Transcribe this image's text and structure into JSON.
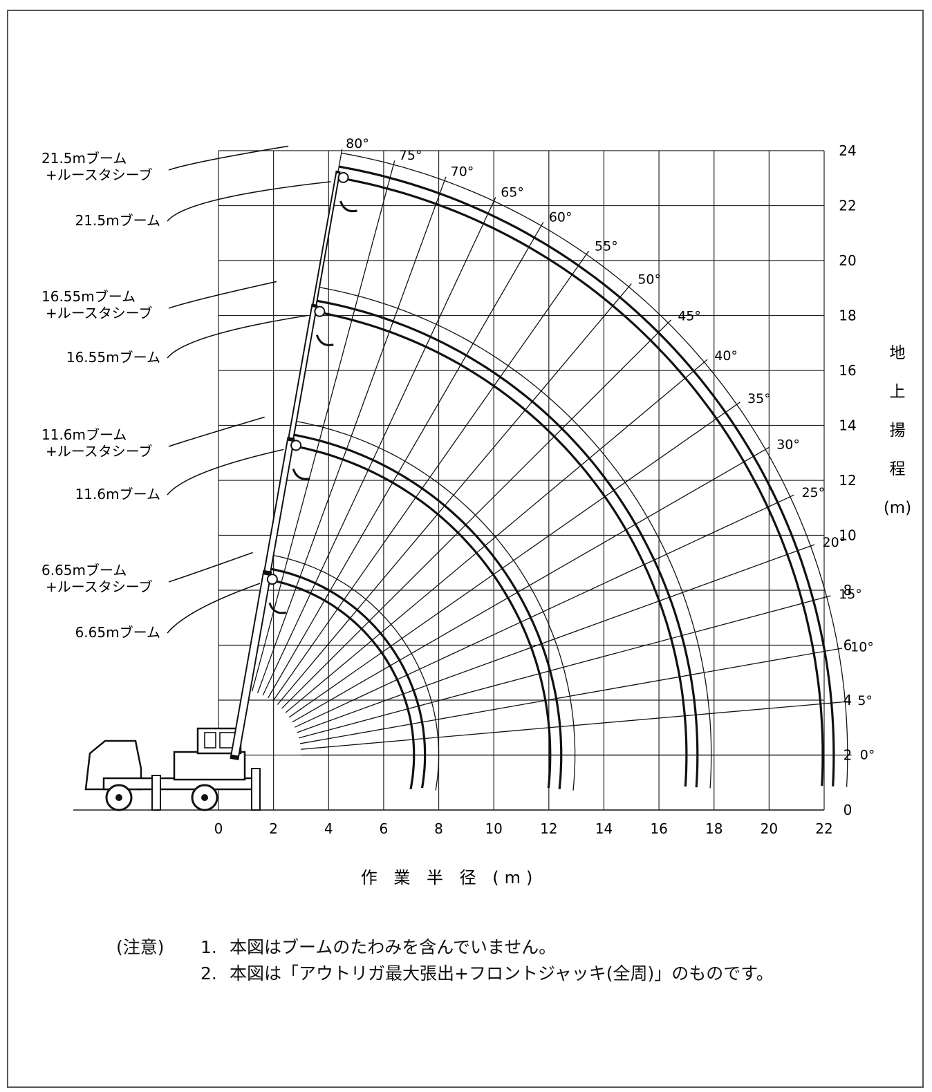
{
  "chart_data": {
    "type": "diagram",
    "x_ticks": [
      "0",
      "2",
      "4",
      "6",
      "8",
      "10",
      "12",
      "14",
      "16",
      "18",
      "20",
      "22"
    ],
    "y_ticks": [
      "0",
      "2",
      "4",
      "6",
      "8",
      "10",
      "12",
      "14",
      "16",
      "18",
      "20",
      "22",
      "24"
    ],
    "xlabel": "作 業 半 径 (m)",
    "ylabel_chars": [
      "地",
      "上",
      "揚",
      "程",
      "(m)"
    ],
    "angles": [
      "80°",
      "75°",
      "70°",
      "65°",
      "60°",
      "55°",
      "50°",
      "45°",
      "40°",
      "35°",
      "30°",
      "25°",
      "20°",
      "15°",
      "10°",
      "5°",
      "0°"
    ],
    "angle_values": [
      80,
      75,
      70,
      65,
      60,
      55,
      50,
      45,
      40,
      35,
      30,
      25,
      20,
      15,
      10,
      5,
      0
    ],
    "pivot": [
      0.6,
      2.0
    ],
    "booms": [
      {
        "length": 21.5,
        "label": "21.5mブーム",
        "sheave_label_1": "21.5mブーム",
        "sheave_label_2": "+ルースタシーブ"
      },
      {
        "length": 16.55,
        "label": "16.55mブーム",
        "sheave_label_1": "16.55mブーム",
        "sheave_label_2": "+ルースタシーブ"
      },
      {
        "length": 11.6,
        "label": "11.6mブーム",
        "sheave_label_1": "11.6mブーム",
        "sheave_label_2": "+ルースタシーブ"
      },
      {
        "length": 6.65,
        "label": "6.65mブーム",
        "sheave_label_1": "6.65mブーム",
        "sheave_label_2": "+ルースタシーブ"
      }
    ],
    "xlim": [
      0,
      22
    ],
    "ylim": [
      0,
      24
    ]
  },
  "notes": {
    "heading": "(注意)",
    "items": [
      {
        "num": "1.",
        "text": "本図はブームのたわみを含んでいません。"
      },
      {
        "num": "2.",
        "text": "本図は「アウトリガ最大張出+フロントジャッキ(全周)」のものです。"
      }
    ]
  }
}
